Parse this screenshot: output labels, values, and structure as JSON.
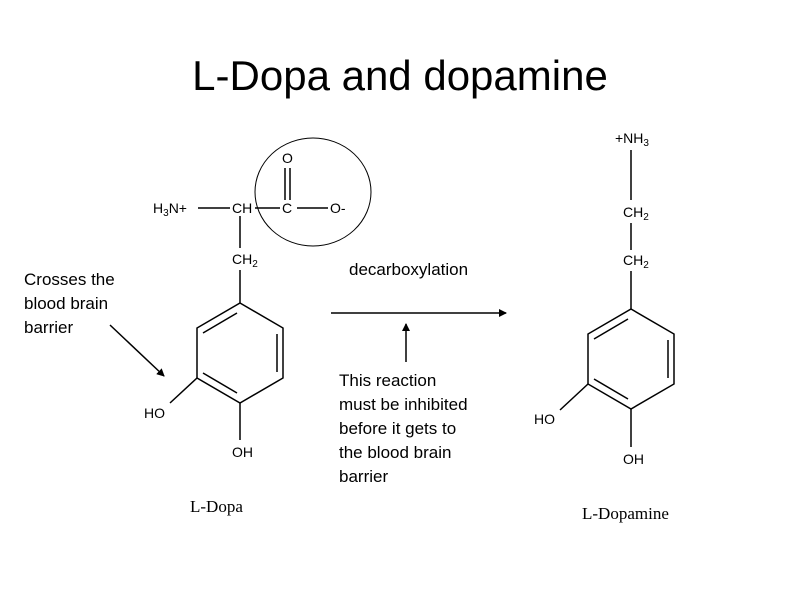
{
  "title": "L-Dopa and dopamine",
  "ldopa": {
    "h3n_main": "H",
    "h3n_sub": "3",
    "h3n_rest": "N+",
    "ch": "CH",
    "c": "C",
    "o_top": "O",
    "o_minus": "O-",
    "ch2_main": "CH",
    "ch2_sub": "2",
    "ho": "HO",
    "oh": "OH",
    "caption": "L-Dopa"
  },
  "dopamine": {
    "nh3_main": "+NH",
    "nh3_sub": "3",
    "ch2a_main": "CH",
    "ch2a_sub": "2",
    "ch2b_main": "CH",
    "ch2b_sub": "2",
    "ho": "HO",
    "oh": "OH",
    "caption": "L-Dopamine"
  },
  "reaction_label": "decarboxylation",
  "crosses_note": [
    "Crosses the",
    "blood brain",
    "barrier"
  ],
  "inhibit_note": [
    "This reaction",
    "must be inhibited",
    "before it gets to",
    "the blood brain",
    "barrier"
  ]
}
